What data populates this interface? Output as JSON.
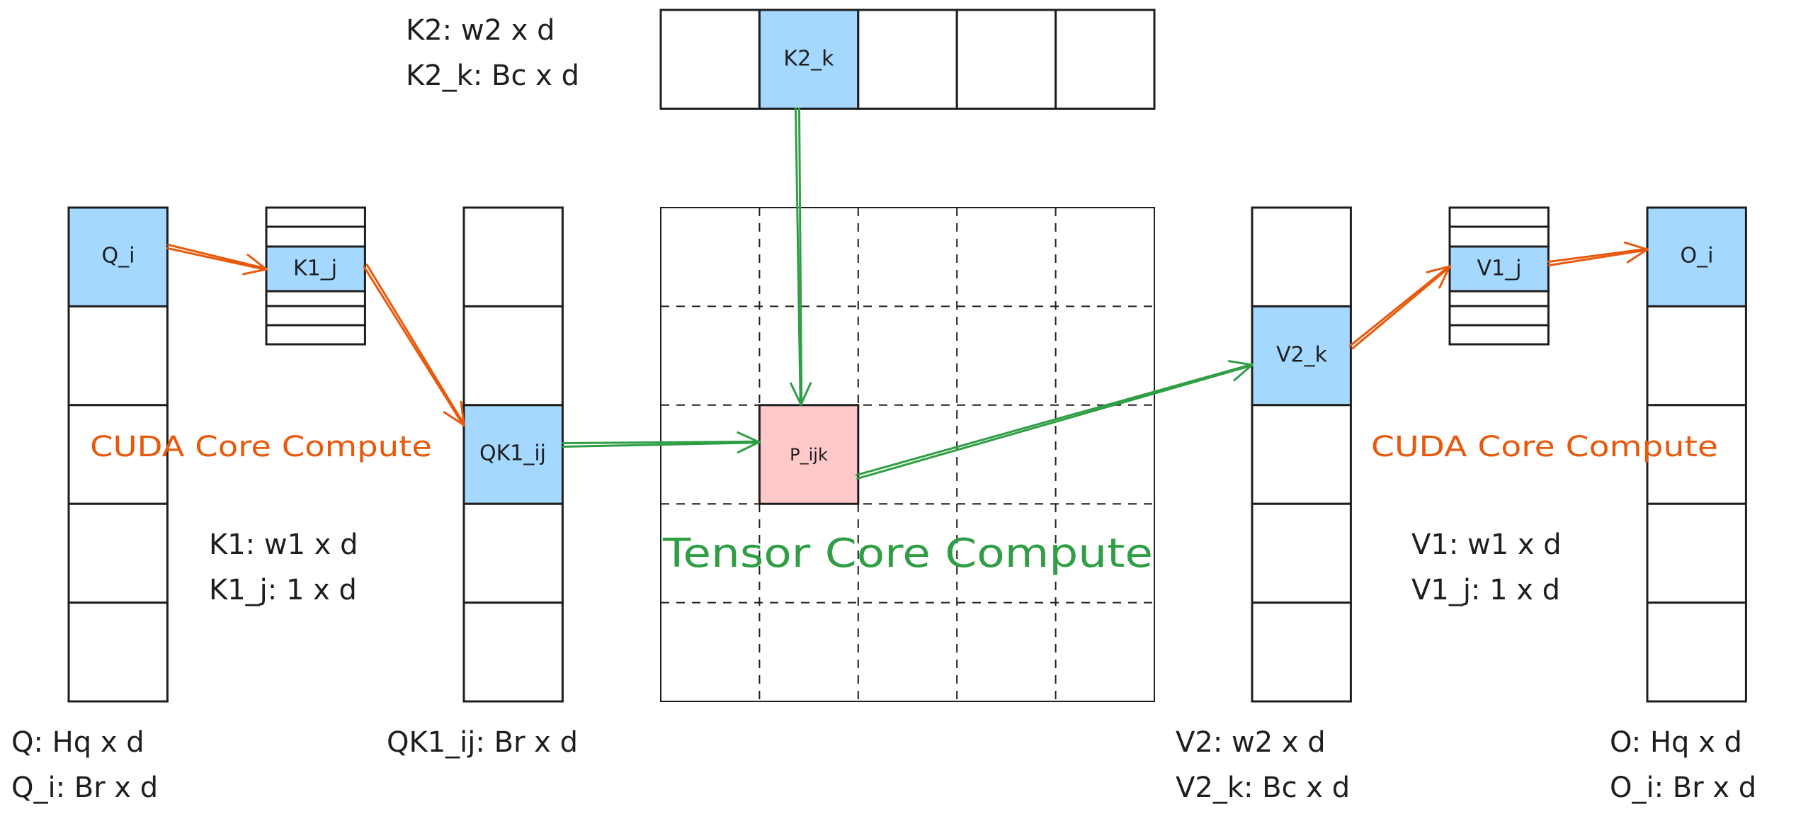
{
  "diagram": {
    "colors": {
      "highlight_blue": "#a5d8ff",
      "highlight_pink": "#ffc9c9",
      "cuda_orange": "#e8590c",
      "tensor_green": "#2f9e44",
      "stroke": "#1e1e1e"
    },
    "matrices": {
      "Q": {
        "cells": 5,
        "highlight_index": 0,
        "highlight_label": "Q_i",
        "dims": [
          "Q: Hq x d",
          "Q_i: Br x d"
        ]
      },
      "K1": {
        "rows": 6,
        "highlight_index": 2,
        "highlight_label": "K1_j",
        "dims": [
          "K1: w1 x d",
          "K1_j: 1 x d"
        ]
      },
      "QK1": {
        "cells": 5,
        "highlight_index": 2,
        "highlight_label": "QK1_ij",
        "dims": [
          "QK1_ij: Br x d"
        ]
      },
      "K2": {
        "cells": 5,
        "highlight_index": 1,
        "highlight_label": "K2_k",
        "dims": [
          "K2: w2 x d",
          "K2_k: Bc x d"
        ]
      },
      "P": {
        "rows": 5,
        "cols": 5,
        "highlight_row": 2,
        "highlight_col": 1,
        "highlight_label": "P_ijk"
      },
      "V2": {
        "cells": 5,
        "highlight_index": 1,
        "highlight_label": "V2_k",
        "dims": [
          "V2: w2 x d",
          "V2_k: Bc x d"
        ]
      },
      "V1": {
        "rows": 6,
        "highlight_index": 2,
        "highlight_label": "V1_j",
        "dims": [
          "V1: w1 x d",
          "V1_j: 1 x d"
        ]
      },
      "O": {
        "cells": 5,
        "highlight_index": 0,
        "highlight_label": "O_i",
        "dims": [
          "O: Hq x d",
          "O_i: Br x d"
        ]
      }
    },
    "annotations": {
      "cuda_left": "CUDA Core Compute",
      "cuda_right": "CUDA Core Compute",
      "tensor": "Tensor Core Compute"
    },
    "arrows": [
      {
        "from": "Q_i",
        "to": "K1_j",
        "kind": "cuda"
      },
      {
        "from": "K1_j",
        "to": "QK1_ij",
        "kind": "cuda"
      },
      {
        "from": "QK1_ij",
        "to": "P_ijk",
        "kind": "tensor"
      },
      {
        "from": "K2_k",
        "to": "P_ijk",
        "kind": "tensor"
      },
      {
        "from": "P_ijk",
        "to": "V2_k",
        "kind": "tensor"
      },
      {
        "from": "V2_k",
        "to": "V1_j",
        "kind": "cuda"
      },
      {
        "from": "V1_j",
        "to": "O_i",
        "kind": "cuda"
      }
    ]
  }
}
